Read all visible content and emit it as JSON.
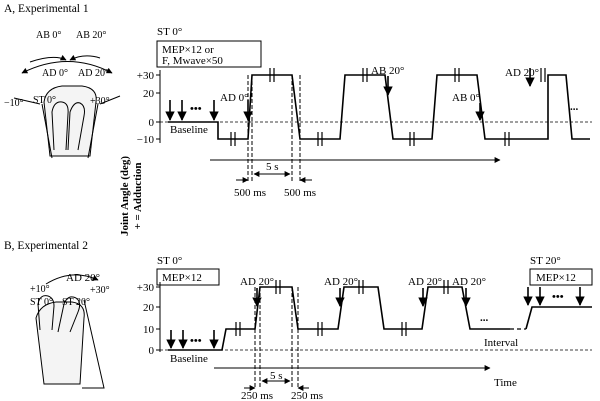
{
  "panel_a": {
    "heading": "A, Experimental 1",
    "hand": {
      "ab_0": "AB 0°",
      "ab_20": "AB 20°",
      "ad_0": "AD 0°",
      "ad_20": "AD 20°",
      "st_0": "ST 0°",
      "minus_10": "−10°",
      "plus_30": "+30°"
    },
    "condition": "ST 0°",
    "box_line1": "MEP×12  or",
    "box_line2": "F,  Mwave×50",
    "yticks": [
      "+30",
      "20",
      "0",
      "−10"
    ],
    "baseline": "Baseline",
    "events": [
      "AD 0°",
      "AB 20°",
      "AB 0°",
      "AD 20°"
    ],
    "dur_5s": "5 s",
    "dur_a": "500 ms",
    "dur_b": "500 ms",
    "dots": "•••",
    "tail": "..."
  },
  "ylabel_1": "Joint Angle (deg)",
  "ylabel_2": "+ = Adduction",
  "panel_b": {
    "heading": "B, Experimental 2",
    "hand": {
      "ad_20": "AD 20°",
      "plus_10": "+10°",
      "plus_30": "+30°",
      "st_0": "ST 0°",
      "st_20": "ST 20°"
    },
    "condition": "ST 0°",
    "box_left": "MEP×12",
    "yticks": [
      "+30",
      "20",
      "10",
      "0"
    ],
    "baseline": "Baseline",
    "events": [
      "AD 20°",
      "AD 20°",
      "AD 20°",
      "AD 20°"
    ],
    "interval": "Interval",
    "condition_right": "ST 20°",
    "box_right": "MEP×12",
    "dur_5s": "5 s",
    "dur_a": "250 ms",
    "dur_b": "250 ms",
    "time": "Time",
    "dots": "•••",
    "tail": "..."
  }
}
